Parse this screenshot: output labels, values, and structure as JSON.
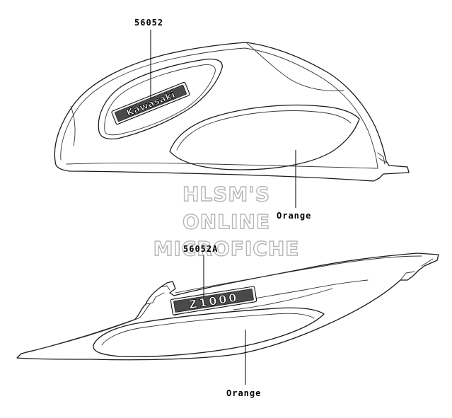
{
  "parts": [
    {
      "number": "56052",
      "color_note": "Orange",
      "decal_text": "Kawasaki"
    },
    {
      "number": "56052A",
      "color_note": "Orange",
      "decal_text": "Z1000"
    }
  ],
  "watermark": {
    "line1": "HLSM'S",
    "line2": "ONLINE",
    "line3": "MICROFICHE"
  }
}
